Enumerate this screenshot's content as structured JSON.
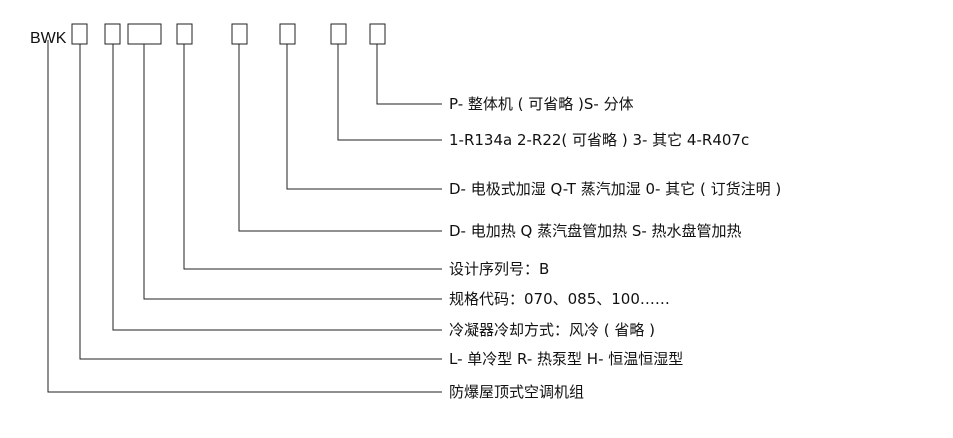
{
  "code_prefix": "BWK",
  "rows": [
    {
      "name": "package",
      "text": "P- 整体机 ( 可省略 )S- 分体"
    },
    {
      "name": "refrigerant",
      "text": "1-R134a 2-R22( 可省略 ) 3- 其它 4-R407c"
    },
    {
      "name": "humidify",
      "text": "D- 电极式加湿 Q-T 蒸汽加湿 0- 其它 ( 订货注明 )"
    },
    {
      "name": "heating",
      "text": "D- 电加热 Q 蒸汽盘管加热 S- 热水盘管加热"
    },
    {
      "name": "design-serial",
      "text": "设计序列号：B"
    },
    {
      "name": "spec-code",
      "text": "规格代码：070、085、100……"
    },
    {
      "name": "condenser-cooling",
      "text": "冷凝器冷却方式：风冷 ( 省略 )"
    },
    {
      "name": "unit-type",
      "text": "L- 单冷型 R- 热泵型 H- 恒温恒湿型"
    },
    {
      "name": "product-name",
      "text": "防爆屋顶式空调机组"
    }
  ]
}
